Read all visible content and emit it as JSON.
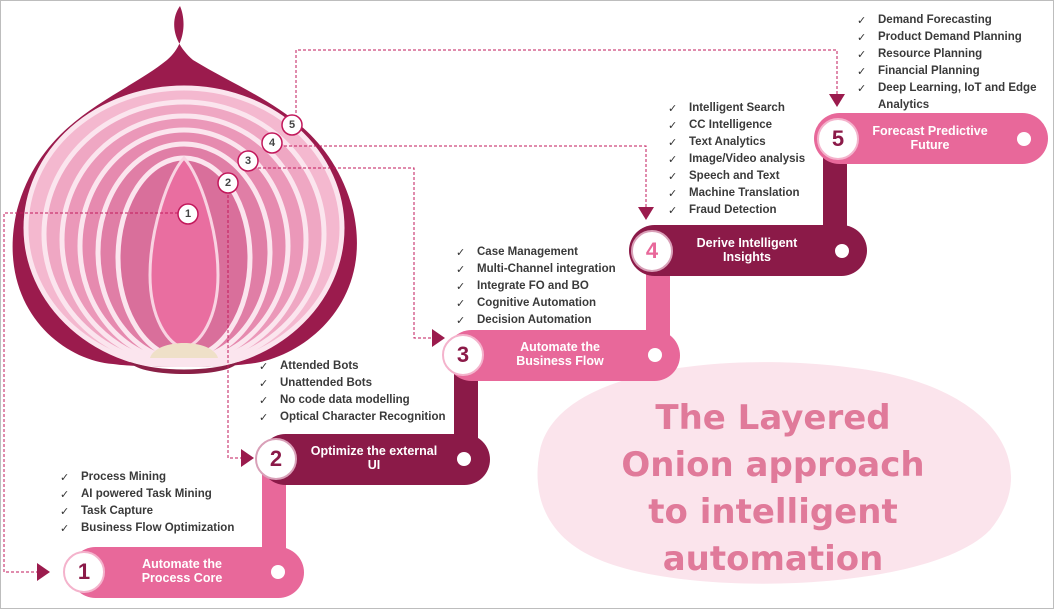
{
  "headline": "The Layered Onion approach to intelligent automation",
  "colors": {
    "dark_stage": "#8b1a48",
    "light_stage": "#e8689a",
    "headline_text": "#e07a9a",
    "onion_outer": "#9b1b4d",
    "onion_light": "#f2b4cd",
    "dashed_connector": "#c2185b"
  },
  "stages": [
    {
      "number": "1",
      "title": "Automate the Process Core",
      "items": [
        "Process Mining",
        "AI powered Task Mining",
        "Task Capture",
        "Business Flow Optimization"
      ]
    },
    {
      "number": "2",
      "title": "Optimize the external UI",
      "items": [
        "Attended Bots",
        "Unattended Bots",
        "No code data modelling",
        "Optical Character Recognition"
      ]
    },
    {
      "number": "3",
      "title": "Automate the Business Flow",
      "items": [
        "Case Management",
        "Multi-Channel integration",
        "Integrate FO and BO",
        "Cognitive Automation",
        "Decision Automation"
      ]
    },
    {
      "number": "4",
      "title": "Derive Intelligent Insights",
      "items": [
        "Intelligent Search",
        "CC Intelligence",
        "Text Analytics",
        "Image/Video analysis",
        "Speech and Text",
        "Machine Translation",
        "Fraud Detection"
      ]
    },
    {
      "number": "5",
      "title": "Forecast Predictive Future",
      "items": [
        "Demand Forecasting",
        "Product Demand Planning",
        "Resource Planning",
        "Financial Planning",
        "Deep Learning, IoT and Edge Analytics"
      ]
    }
  ],
  "onion_layer_labels": [
    "1",
    "2",
    "3",
    "4",
    "5"
  ],
  "check_glyph": "✓"
}
